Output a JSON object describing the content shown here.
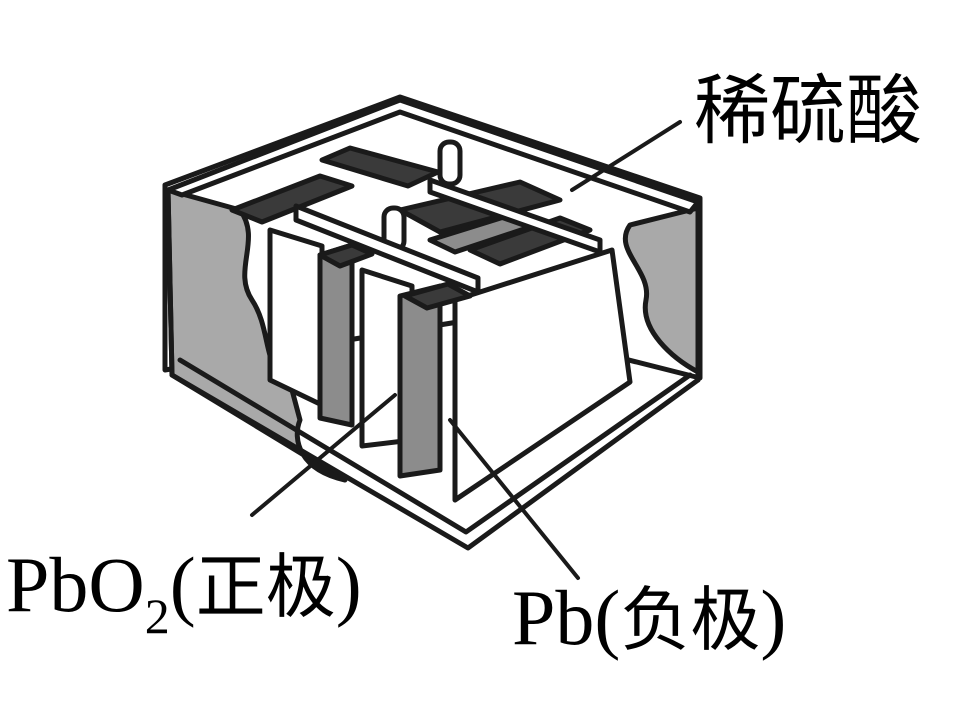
{
  "labels": {
    "electrolyte": "稀硫酸",
    "positive": {
      "formula_main": "PbO",
      "formula_sub": "2",
      "open": "(",
      "name": "正极",
      "close": ")"
    },
    "negative": {
      "formula": "Pb",
      "open": "(",
      "name": "负极",
      "close": ")"
    }
  },
  "colors": {
    "outline": "#1a1a1a",
    "wall_gray": "#a9a9a9",
    "dark_plate": "#3a3a3a",
    "mid_gray": "#8c8c8c",
    "light": "#ffffff"
  }
}
